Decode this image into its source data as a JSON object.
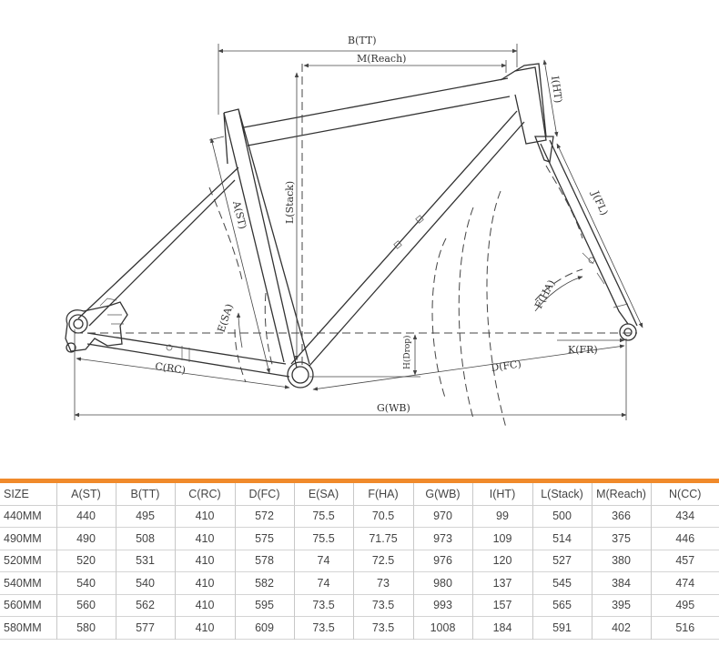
{
  "diagram": {
    "labels": {
      "tt": "B(TT)",
      "reach": "M(Reach)",
      "ht": "I(HT)",
      "stack": "L(Stack)",
      "st": "A(ST)",
      "fl": "J(FL)",
      "ha": "F(HA)",
      "sa": "E(SA)",
      "drop": "H(Drop)",
      "fr": "K(FR)",
      "rc": "C(RC)",
      "fc": "D(FC)",
      "wb": "G(WB)"
    }
  },
  "table": {
    "headers": [
      "SIZE",
      "A(ST)",
      "B(TT)",
      "C(RC)",
      "D(FC)",
      "E(SA)",
      "F(HA)",
      "G(WB)",
      "I(HT)",
      "L(Stack)",
      "M(Reach)",
      "N(CC)"
    ],
    "rows": [
      [
        "440MM",
        "440",
        "495",
        "410",
        "572",
        "75.5",
        "70.5",
        "970",
        "99",
        "500",
        "366",
        "434"
      ],
      [
        "490MM",
        "490",
        "508",
        "410",
        "575",
        "75.5",
        "71.75",
        "973",
        "109",
        "514",
        "375",
        "446"
      ],
      [
        "520MM",
        "520",
        "531",
        "410",
        "578",
        "74",
        "72.5",
        "976",
        "120",
        "527",
        "380",
        "457"
      ],
      [
        "540MM",
        "540",
        "540",
        "410",
        "582",
        "74",
        "73",
        "980",
        "137",
        "545",
        "384",
        "474"
      ],
      [
        "560MM",
        "560",
        "562",
        "410",
        "595",
        "73.5",
        "73.5",
        "993",
        "157",
        "565",
        "395",
        "495"
      ],
      [
        "580MM",
        "580",
        "577",
        "410",
        "609",
        "73.5",
        "73.5",
        "1008",
        "184",
        "591",
        "402",
        "516"
      ]
    ]
  },
  "colors": {
    "accent": "#f08a2b",
    "line": "#333333",
    "grid": "#c8c8c8"
  }
}
